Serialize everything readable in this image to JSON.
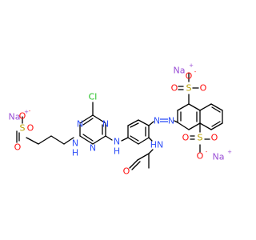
{
  "molecule": {
    "labels": {
      "na": "Na",
      "plus": "+",
      "minus": "-",
      "s": "S",
      "o": "O",
      "n": "N",
      "nh": "NH",
      "hn": "HN",
      "h": "H",
      "cl": "Cl"
    },
    "colors": {
      "carbon": "#000000",
      "nitrogen": "#3050f8",
      "oxygen": "#ff0d0d",
      "sulfur": "#b8a000",
      "chlorine": "#1fbf1f",
      "sodium": "#9a4fd6"
    }
  }
}
